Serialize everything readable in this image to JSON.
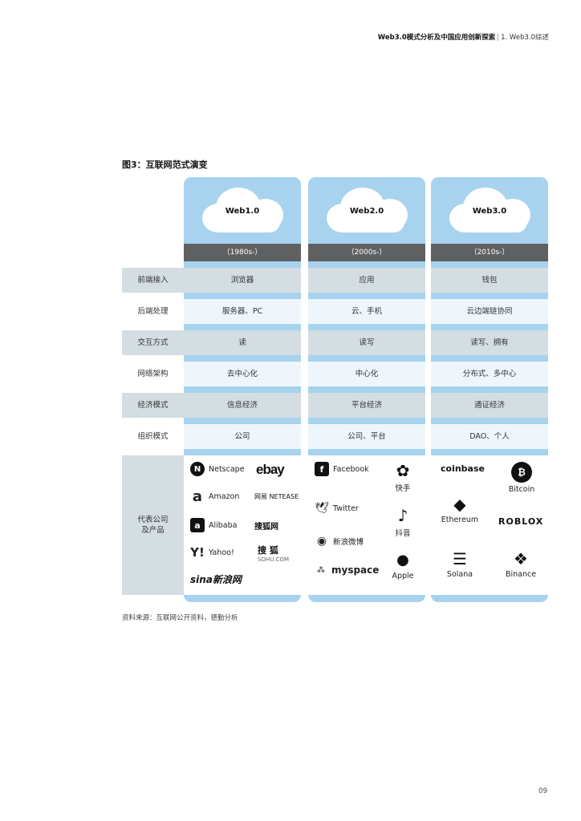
{
  "header": {
    "title": "Web3.0模式分析及中国应用创新探索",
    "section": "1. Web3.0综述"
  },
  "figure": {
    "title": "图3：互联网范式演变"
  },
  "columns": [
    {
      "name": "Web1.0",
      "era": "（1980s-）"
    },
    {
      "name": "Web2.0",
      "era": "（2000s-）"
    },
    {
      "name": "Web3.0",
      "era": "（2010s-）"
    }
  ],
  "rows": [
    {
      "label": "前端接入",
      "values": [
        "浏览器",
        "应用",
        "钱包"
      ]
    },
    {
      "label": "后端处理",
      "values": [
        "服务器、PC",
        "云、手机",
        "云边端链协同"
      ]
    },
    {
      "label": "交互方式",
      "values": [
        "读",
        "读写",
        "读写、拥有"
      ]
    },
    {
      "label": "网络架构",
      "values": [
        "去中心化",
        "中心化",
        "分布式、多中心"
      ]
    },
    {
      "label": "经济模式",
      "values": [
        "信息经济",
        "平台经济",
        "通证经济"
      ]
    },
    {
      "label": "组织模式",
      "values": [
        "公司",
        "公司、平台",
        "DAO、个人"
      ]
    }
  ],
  "products": {
    "label_line1": "代表公司",
    "label_line2": "及产品",
    "web1": {
      "netscape": "Netscape",
      "ebay": "ebay",
      "amazon": "Amazon",
      "netease": "网易 NETEASE",
      "alibaba": "Alibaba",
      "sohu": "搜狐网",
      "yahoo": "Yahoo!",
      "sogou": "搜  狐",
      "sogou_sub": "SOHU.COM",
      "sina": "sina新浪网"
    },
    "web2": {
      "facebook": "Facebook",
      "kuaishou": "快手",
      "twitter": "Twitter",
      "tiktok": "抖音",
      "weibo": "新浪微博",
      "myspace": "myspace",
      "apple": "Apple"
    },
    "web3": {
      "coinbase": "coinbase",
      "bitcoin": "Bitcoin",
      "ethereum": "Ethereum",
      "roblox": "ROBLOX",
      "solana": "Solana",
      "binance": "Binance"
    }
  },
  "source": "资料来源：互联网公开资料，德勤分析",
  "page_number": "09",
  "colors": {
    "column_bg": "#a7d3ee",
    "era_bar": "#5f6062",
    "row_dark": "#d4dde2",
    "row_light": "#eef6fb"
  }
}
